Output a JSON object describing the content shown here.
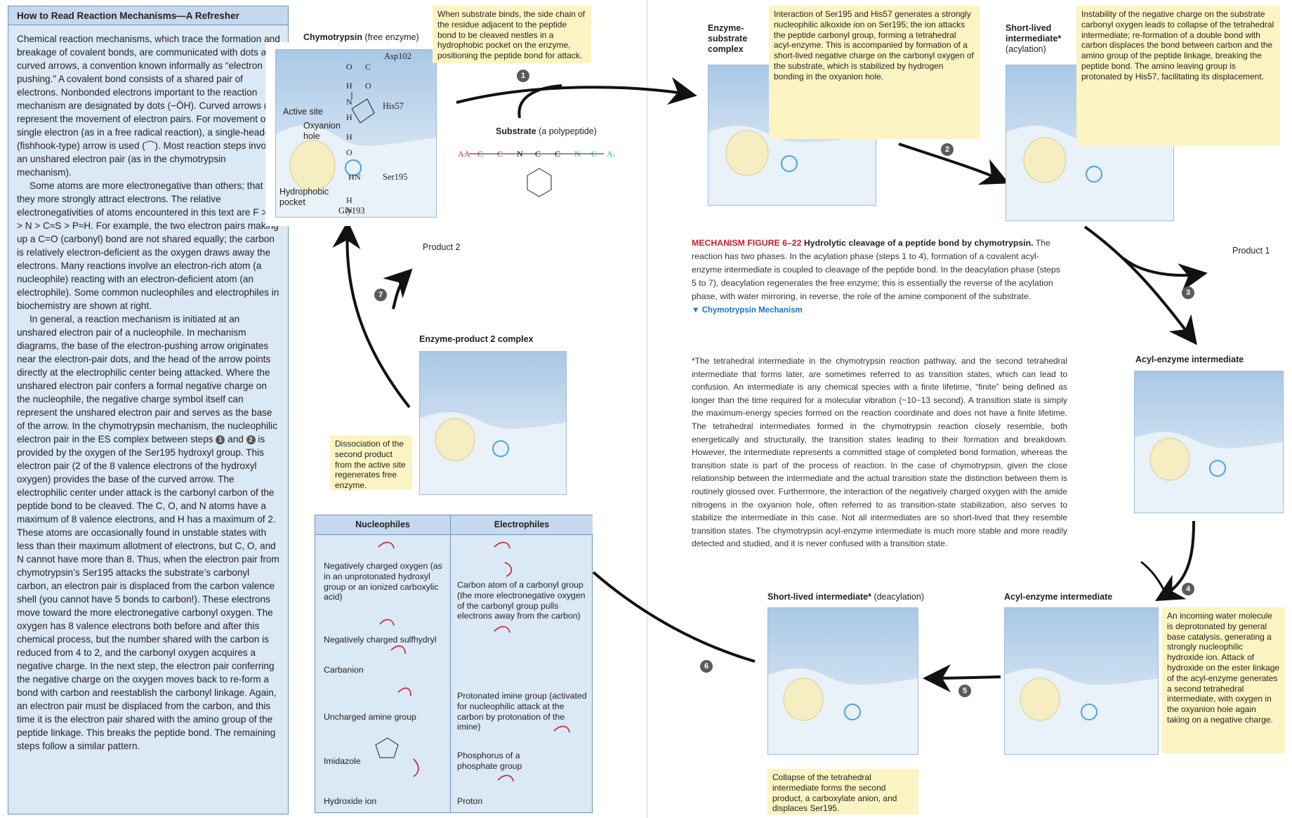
{
  "refresher": {
    "title": "How to Read Reaction Mechanisms—A Refresher",
    "p1": "Chemical reaction mechanisms, which trace the formation and breakage of covalent bonds, are communicated with dots and curved arrows, a convention known informally as “electron pushing.” A covalent bond consists of a shared pair of electrons. Nonbonded electrons important to the reaction mechanism are designated by dots (−ÖH). Curved arrows (⌒) represent the movement of electron pairs. For movement of a single electron (as in a free radical reaction), a single-headed (fishhook-type) arrow is used (⌒). Most reaction steps involve an unshared electron pair (as in the chymotrypsin mechanism).",
    "p2": "Some atoms are more electronegative than others; that is, they more strongly attract electrons. The relative electronegativities of atoms encountered in this text are F > O > N > C≈S > P≈H. For example, the two electron pairs making up a C=O (carbonyl) bond are not shared equally; the carbon is relatively electron-deficient as the oxygen draws away the electrons. Many reactions involve an electron-rich atom (a nucleophile) reacting with an electron-deficient atom (an electrophile). Some common nucleophiles and electrophiles in biochemistry are shown at right.",
    "p3a": "In general, a reaction mechanism is initiated at an unshared electron pair of a nucleophile. In mechanism diagrams, the base of the electron-pushing arrow originates near the electron-pair dots, and the head of the arrow points directly at the electrophilic center being attacked. Where the unshared electron pair confers a formal negative charge on the nucleophile, the negative charge symbol itself can represent the unshared electron pair and serves as the base of the arrow. In the chymotrypsin mechanism, the nucleophilic electron pair in the ES complex between steps",
    "p3_and": "and",
    "p3b": "is provided by the oxygen of the Ser195 hydroxyl group. This electron pair (2 of the 8 valence electrons of the hydroxyl oxygen) provides the base of the curved arrow. The electrophilic center under attack is the carbonyl carbon of the peptide bond to be cleaved. The C, O, and N atoms have a maximum of 8 valence electrons, and H has a maximum of 2. These atoms are occasionally found in unstable states with less than their maximum allotment of electrons, but C, O, and N cannot have more than 8. Thus, when the electron pair from chymotrypsin’s Ser195 attacks the substrate’s carbonyl carbon, an electron pair is displaced from the carbon valence shell (you cannot have 5 bonds to carbon!). These electrons move toward the more electronegative carbonyl oxygen. The oxygen has 8 valence electrons both before and after this chemical process, but the number shared with the carbon is reduced from 4 to 2, and the carbonyl oxygen acquires a negative charge. In the next step, the electron pair conferring the negative charge on the oxygen moves back to re-form a bond with carbon and reestablish the carbonyl linkage. Again, an electron pair must be displaced from the carbon, and this time it is the electron pair shared with the amino group of the peptide linkage. This breaks the peptide bond. The remaining steps follow a similar pattern.",
    "step_a": "1",
    "step_b": "2"
  },
  "labels": {
    "chymotrypsin": "Chymotrypsin",
    "free_enzyme": "(free enzyme)",
    "active_site": "Active site",
    "oxyanion_hole": "Oxyanion\nhole",
    "hydrophobic_pocket": "Hydrophobic\npocket",
    "substrate": "Substrate",
    "polypeptide": "(a polypeptide)",
    "es_complex": "Enzyme-\nsubstrate\ncomplex",
    "short_lived_acyl": "Short-lived\nintermediate*",
    "acylation": "(acylation)",
    "product1": "Product 1",
    "acyl_enzyme_1": "Acyl-enzyme intermediate",
    "acyl_enzyme_2": "Acyl-enzyme intermediate",
    "short_lived_deacyl": "Short-lived intermediate*",
    "deacylation": "(deacylation)",
    "ep2_complex": "Enzyme-product 2 complex",
    "product2": "Product 2"
  },
  "residues": {
    "asp": "Asp102",
    "his": "His57",
    "ser": "Ser195",
    "gly": "Gly193"
  },
  "notes": {
    "binding": "When substrate binds, the side chain of the residue adjacent to the peptide bond to be cleaved nestles in a hydrophobic pocket on the enzyme, positioning the peptide bond for attack.",
    "interaction": "Interaction of Ser195 and His57 generates a strongly nucleophilic alkoxide ion on Ser195; the ion attacks the peptide carbonyl group, forming a tetrahedral acyl-enzyme. This is accompanied by formation of a short-lived negative charge on the carbonyl oxygen of the substrate, which is stabilized by hydrogen bonding in the oxyanion hole.",
    "instability": "Instability of the negative charge on the substrate carbonyl oxygen leads to collapse of the tetrahedral intermediate; re-formation of a double bond with carbon displaces the bond between carbon and the amino group of the peptide linkage, breaking the peptide bond. The amino leaving group is protonated by His57, facilitating its displacement.",
    "water": "An incoming water molecule is deprotonated by general base catalysis, generating a strongly nucleophilic hydroxide ion. Attack of hydroxide on the ester linkage of the acyl-enzyme generates a second tetrahedral intermediate, with oxygen in the oxyanion hole again taking on a negative charge.",
    "collapse": "Collapse of the tetrahedral intermediate forms the second product, a carboxylate anion, and displaces Ser195.",
    "dissociation": "Dissociation of the second product from the active site regenerates free enzyme."
  },
  "steps": [
    "1",
    "2",
    "3",
    "4",
    "5",
    "6",
    "7"
  ],
  "caption": {
    "label": "MECHANISM FIGURE 6–22",
    "title": "Hydrolytic cleavage of a peptide bond by chymotrypsin.",
    "text": "The reaction has two phases. In the acylation phase (steps 1 to 4), formation of a covalent acyl-enzyme intermediate is coupled to cleavage of the peptide bond. In the deacylation phase (steps 5 to 7), deacylation regenerates the free enzyme; this is essentially the reverse of the acylation phase, with water mirroring, in reverse, the role of the amine component of the substrate.",
    "link": "Chymotrypsin Mechanism"
  },
  "footnote": "*The tetrahedral intermediate in the chymotrypsin reaction pathway, and the second tetrahedral intermediate that forms later, are sometimes referred to as transition states, which can lead to confusion. An intermediate is any chemical species with a finite lifetime, “finite” being defined as longer than the time required for a molecular vibration (~10−13 second). A transition state is simply the maximum-energy species formed on the reaction coordinate and does not have a finite lifetime. The tetrahedral intermediates formed in the chymotrypsin reaction closely resemble, both energetically and structurally, the transition states leading to their formation and breakdown. However, the intermediate represents a committed stage of completed bond formation, whereas the transition state is part of the process of reaction. In the case of chymotrypsin, given the close relationship between the intermediate and the actual transition state the distinction between them is routinely glossed over. Furthermore, the interaction of the negatively charged oxygen with the amide nitrogens in the oxyanion hole, often referred to as transition-state stabilization, also serves to stabilize the intermediate in this case. Not all intermediates are so short-lived that they resemble transition states. The chymotrypsin acyl-enzyme intermediate is much more stable and more readily detected and studied, and it is never confused with a transition state.",
  "table": {
    "nucleophiles_header": "Nucleophiles",
    "electrophiles_header": "Electrophiles",
    "nucleophiles": [
      "Negatively charged oxygen (as in an unprotonated hydroxyl group or an ionized carboxylic acid)",
      "Negatively charged sulfhydryl",
      "Carbanion",
      "Uncharged amine group",
      "Imidazole",
      "Hydroxide ion"
    ],
    "electrophiles": [
      "Carbon atom of a carbonyl group (the more electronegative oxygen of the carbonyl group pulls electrons away from the carbon)",
      "Protonated imine group (activated for nucleophilic attack at the carbon by protonation of the imine)",
      "Phosphorus of a phosphate group",
      "Proton"
    ]
  }
}
